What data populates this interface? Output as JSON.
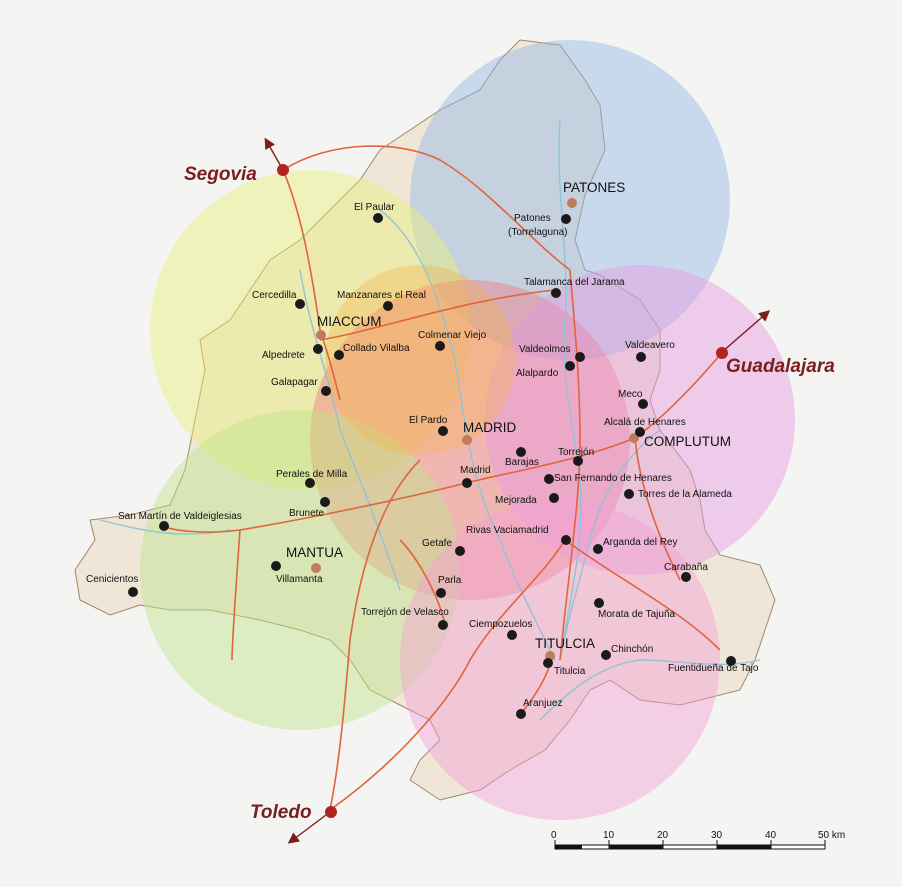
{
  "colors": {
    "background": "#f4f4f2",
    "land": "#efe6d8",
    "river": "#8fc3d8",
    "road": "#e0643c",
    "city_dot": "#b0231f",
    "town_dot": "#1a1a1a",
    "roman_dot": "#c27a5c",
    "city_text": "#7a1e1e",
    "circle_patones": "#93b8e6",
    "circle_miaccum": "#e8ef78",
    "circle_madrid": "#f2717a",
    "circle_complutum": "#e79ae0",
    "circle_mantua": "#bfe48a",
    "circle_titulcia": "#f3a0d4",
    "circle_center": "#f7b14a"
  },
  "cities": [
    {
      "label": "Segovia"
    },
    {
      "label": "Guadalajara"
    },
    {
      "label": "Toledo"
    }
  ],
  "roman_sites": [
    {
      "label": "PATONES"
    },
    {
      "label": "MIACCUM"
    },
    {
      "label": "MADRID"
    },
    {
      "label": "COMPLUTUM"
    },
    {
      "label": "MANTUA"
    },
    {
      "label": "TITULCIA"
    }
  ],
  "towns": [
    {
      "label": "El Paular"
    },
    {
      "label": "Patones"
    },
    {
      "label": "(Torrelaguna)"
    },
    {
      "label": "Talamanca del Jarama"
    },
    {
      "label": "Cercedilla"
    },
    {
      "label": "Manzanares el Real"
    },
    {
      "label": "Colmenar Viejo"
    },
    {
      "label": "Alpedrete"
    },
    {
      "label": "Collado Vilalba"
    },
    {
      "label": "Galapagar"
    },
    {
      "label": "Valdeolmos"
    },
    {
      "label": "Alalpardo"
    },
    {
      "label": "Valdeavero"
    },
    {
      "label": "Meco"
    },
    {
      "label": "Alcalá de Henares"
    },
    {
      "label": "El Pardo"
    },
    {
      "label": "Barajas"
    },
    {
      "label": "Torrejón"
    },
    {
      "label": "Madrid"
    },
    {
      "label": "San Fernando de Henares"
    },
    {
      "label": "Mejorada"
    },
    {
      "label": "Torres de la Alameda"
    },
    {
      "label": "Perales de Milla"
    },
    {
      "label": "Brunete"
    },
    {
      "label": "San Martín de Valdeiglesias"
    },
    {
      "label": "Rivas Vaciamadrid"
    },
    {
      "label": "Getafe"
    },
    {
      "label": "Arganda del Rey"
    },
    {
      "label": "Carabaña"
    },
    {
      "label": "Villamanta"
    },
    {
      "label": "Cenicientos"
    },
    {
      "label": "Parla"
    },
    {
      "label": "Torrejón de Velasco"
    },
    {
      "label": "Ciempozuelos"
    },
    {
      "label": "Morata de Tajuña"
    },
    {
      "label": "Chinchón"
    },
    {
      "label": "Titulcia"
    },
    {
      "label": "Fuentidueña de Tajo"
    },
    {
      "label": "Aranjuez"
    }
  ],
  "scale_bar": {
    "ticks": [
      "0",
      "10",
      "20",
      "30",
      "40",
      "50 km"
    ]
  }
}
